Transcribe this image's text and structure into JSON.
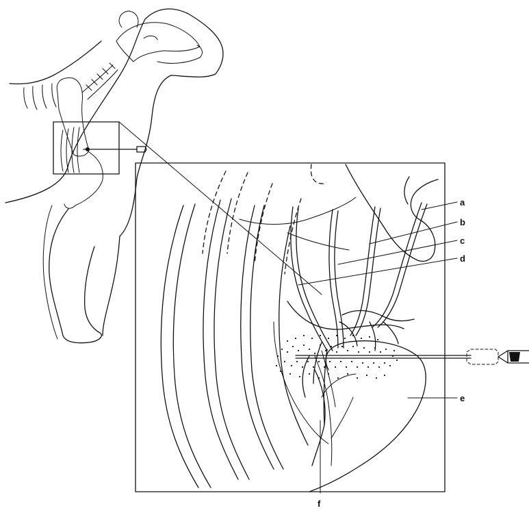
{
  "labels": {
    "a": "a",
    "b": "b",
    "c": "c",
    "d": "d",
    "e": "e",
    "f": "f"
  }
}
